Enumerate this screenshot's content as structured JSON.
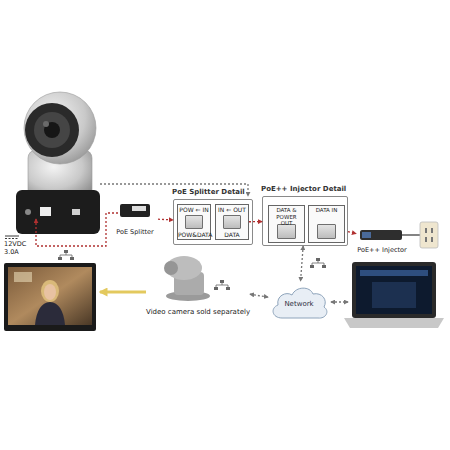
{
  "diagram": {
    "nodes": [
      {
        "text": [
          "PoE Splitter"
        ]
      },
      {
        "text": [
          "PoE Splitter Detail"
        ]
      },
      {
        "text": [
          "POW ⇐ IN",
          "POW&DATA"
        ],
        "in": 1
      },
      {
        "text": [
          "IN ⇐ OUT",
          "DATA"
        ],
        "in": 1
      },
      {
        "text": [
          "PoE++ Injector Detail"
        ]
      },
      {
        "text": [
          "DATA & POWER OUT"
        ],
        "in": 4
      },
      {
        "text": [
          "DATA IN"
        ],
        "in": 4
      },
      {
        "text": [
          "PoE++ Injector"
        ]
      },
      {
        "text": [
          "Video camera sold separately"
        ]
      },
      {
        "text": [
          "Network"
        ]
      }
    ],
    "edges": [
      {
        "from": 0,
        "to": 1,
        "arrow": "to"
      },
      {
        "from": 3,
        "to": 4,
        "arrow": "to"
      },
      {
        "from": 4,
        "to": 7,
        "arrow": "to"
      },
      {
        "from": 4,
        "to": 9,
        "arrow": "both"
      },
      {
        "from": 8,
        "to": 9,
        "arrow": "both"
      }
    ],
    "labels": [
      "12VDC 3.0A"
    ]
  }
}
